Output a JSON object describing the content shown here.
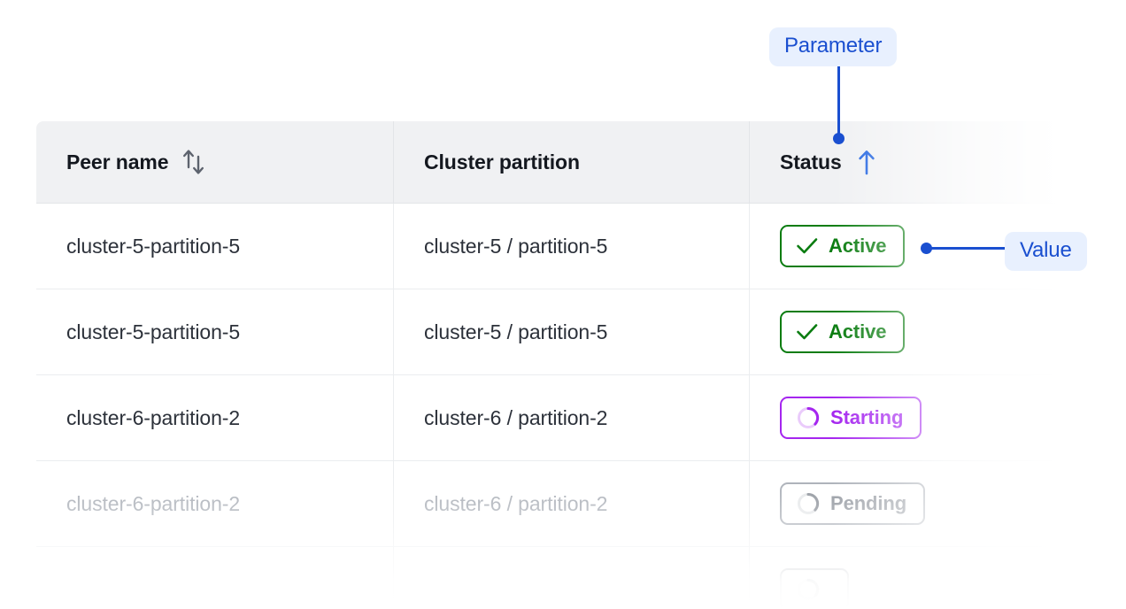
{
  "table": {
    "columns": [
      {
        "key": "peer_name",
        "label": "Peer name",
        "sort_icon": "sort-updown-icon",
        "sort_state": "none"
      },
      {
        "key": "cluster_partition",
        "label": "Cluster partition",
        "sort_icon": null,
        "sort_state": "none"
      },
      {
        "key": "status",
        "label": "Status",
        "sort_icon": "sort-up-icon",
        "sort_state": "asc"
      }
    ],
    "rows": [
      {
        "peer_name": "cluster-5-partition-5",
        "cluster_partition": "cluster-5 / partition-5",
        "status": {
          "label": "Active",
          "variant": "active",
          "icon": "check-icon"
        },
        "muted": false
      },
      {
        "peer_name": "cluster-5-partition-5",
        "cluster_partition": "cluster-5 / partition-5",
        "status": {
          "label": "Active",
          "variant": "active",
          "icon": "check-icon"
        },
        "muted": false
      },
      {
        "peer_name": "cluster-6-partition-2",
        "cluster_partition": "cluster-6 / partition-2",
        "status": {
          "label": "Starting",
          "variant": "starting",
          "icon": "spinner-icon"
        },
        "muted": false
      },
      {
        "peer_name": "cluster-6-partition-2",
        "cluster_partition": "cluster-6 / partition-2",
        "status": {
          "label": "Pending",
          "variant": "pending",
          "icon": "spinner-icon"
        },
        "muted": true
      },
      {
        "peer_name": "",
        "cluster_partition": "",
        "status": {
          "label": "",
          "variant": "pending",
          "icon": "spinner-icon"
        },
        "muted": true
      }
    ]
  },
  "annotations": {
    "parameter": {
      "label": "Parameter",
      "target": "status-column-header"
    },
    "value": {
      "label": "Value",
      "target": "row-1-status-badge"
    }
  },
  "colors": {
    "annotation_blue": "#1a4fd0",
    "annotation_chip_bg": "#e8f0fe",
    "status_active": "#0a7c10",
    "status_starting": "#a526ef",
    "status_pending": "#8e939b",
    "header_bg": "#f0f1f3",
    "border": "#e3e5e8",
    "text": "#2c313a",
    "text_muted": "#a9aeb6"
  }
}
